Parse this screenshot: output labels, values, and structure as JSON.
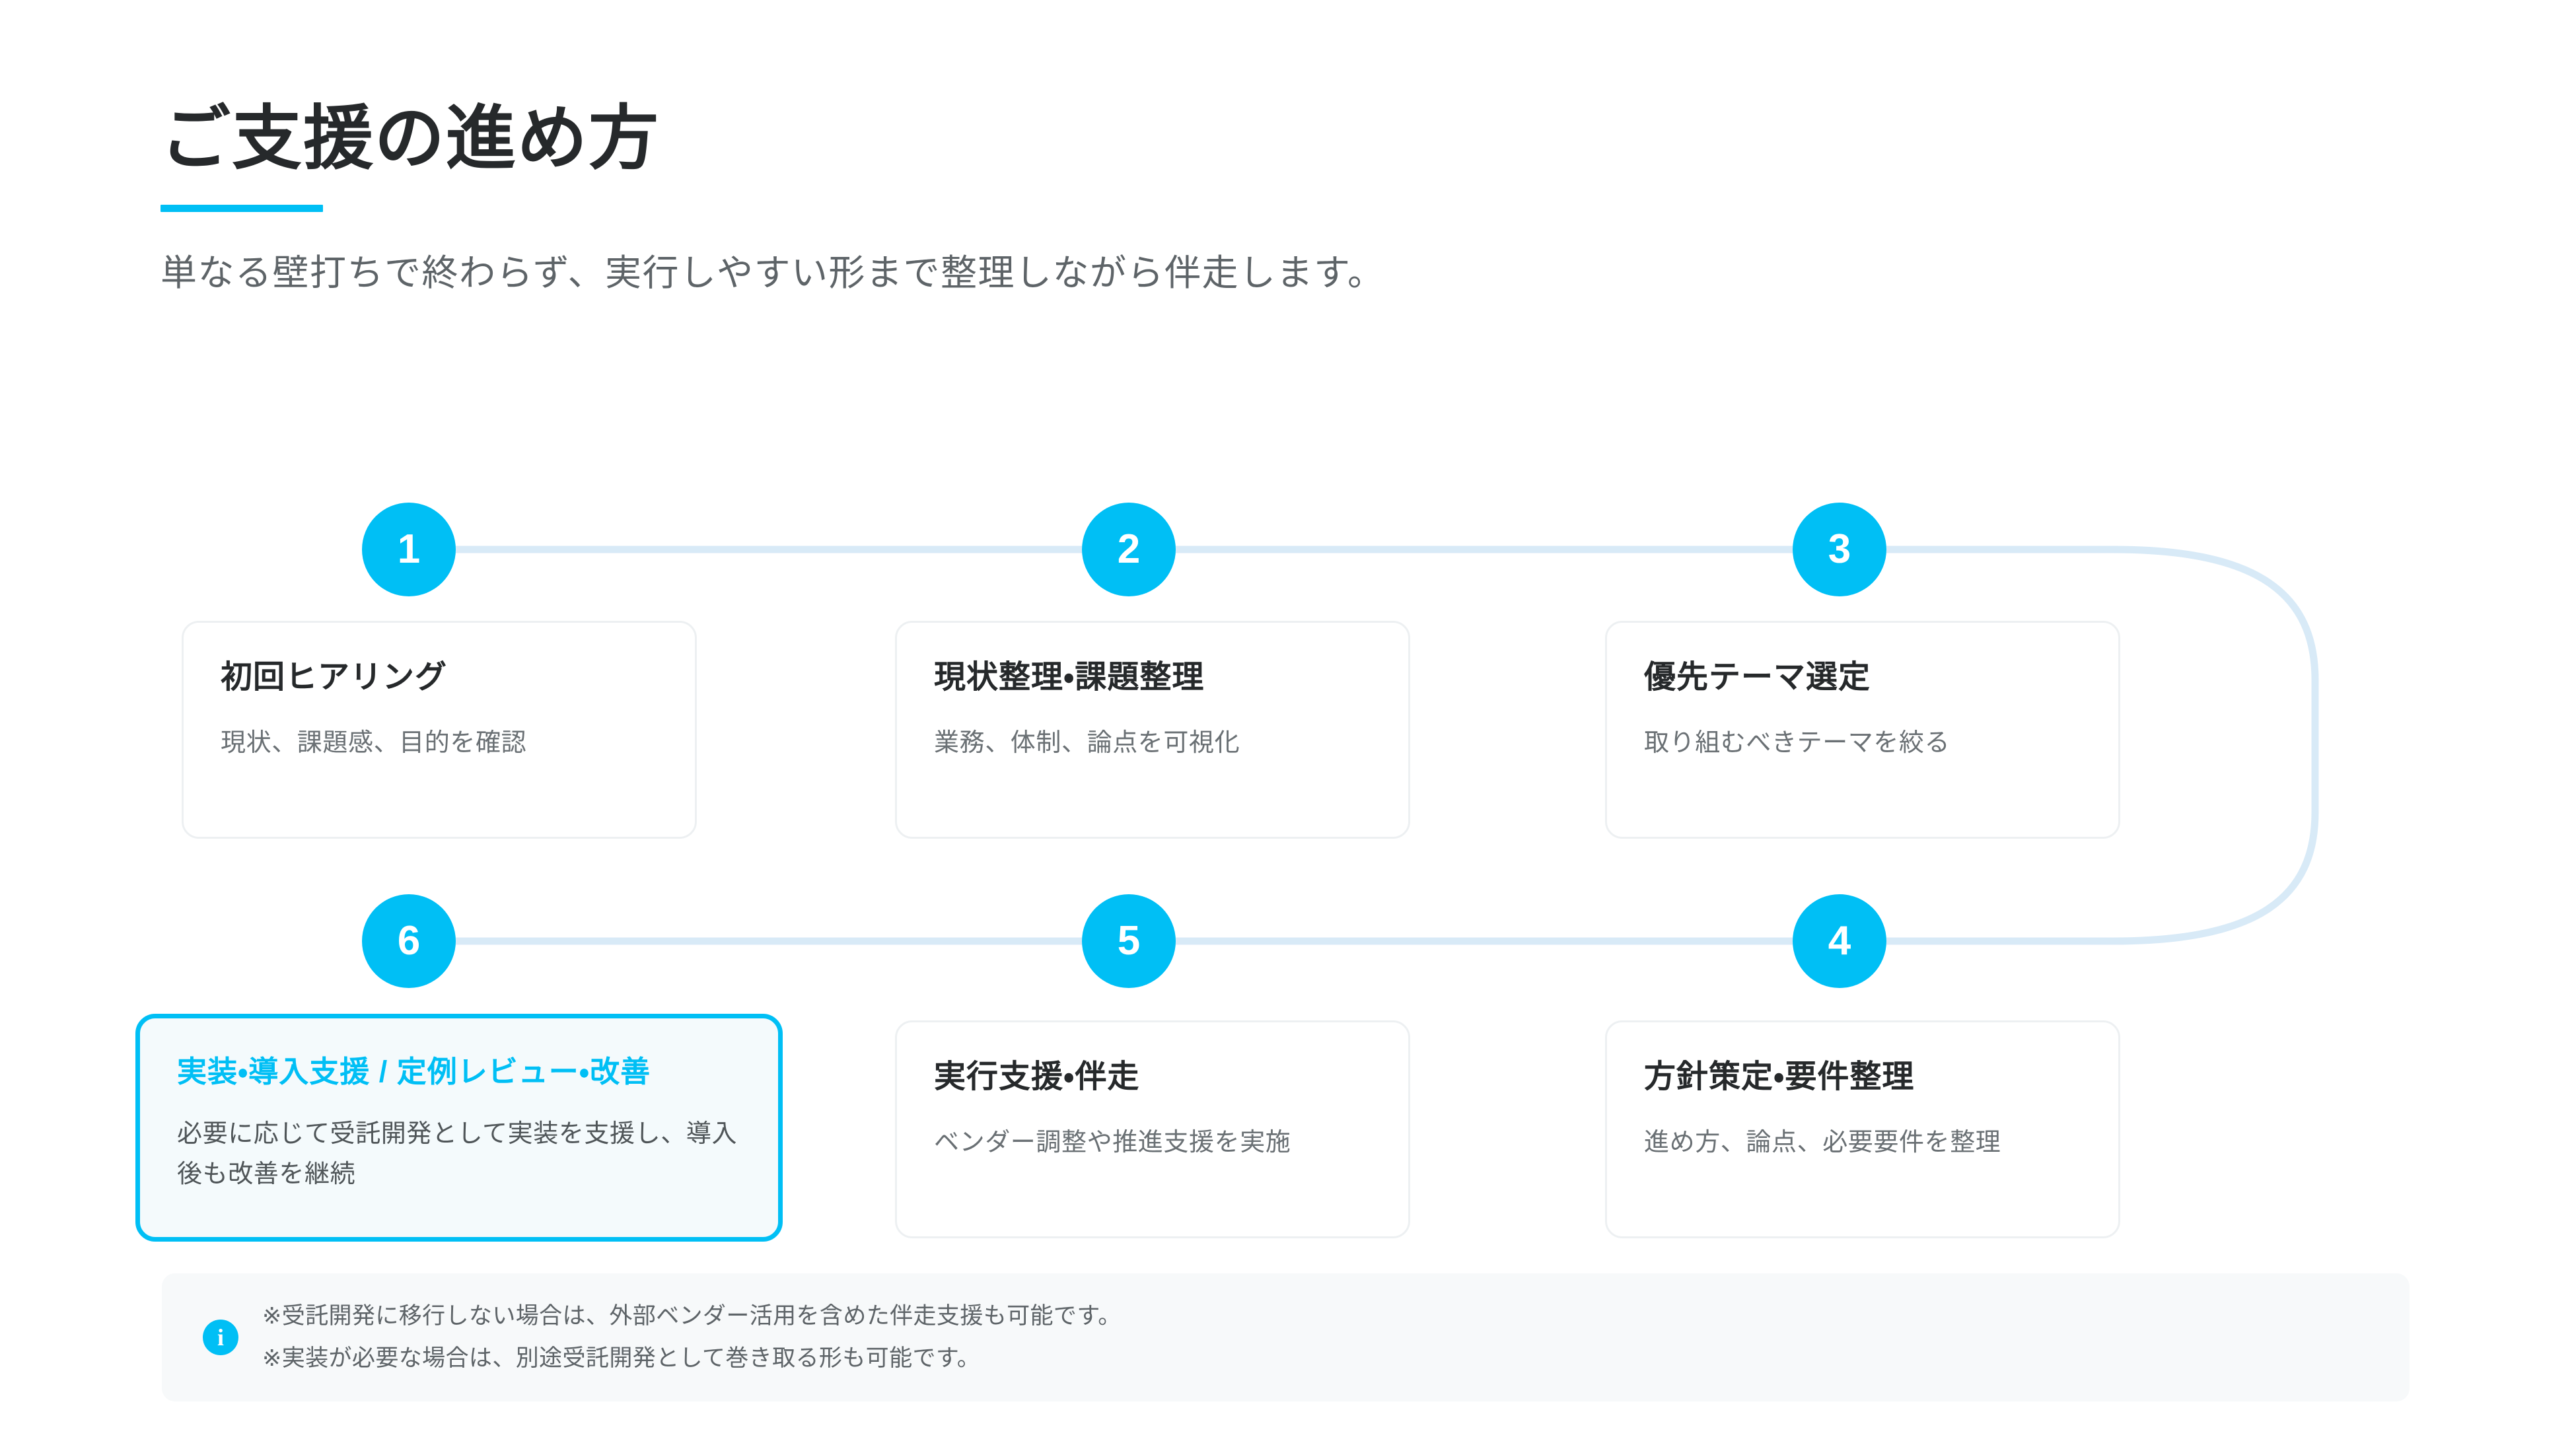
{
  "header": {
    "title": "ご支援の進め方",
    "subtitle": "単なる壁打ちで終わらず、実行しやすい形まで整理しながら伴走します。",
    "accent_color": "#00BFF5",
    "title_color": "#26292B",
    "subtitle_color": "#5E6468"
  },
  "flow": {
    "connector_color": "#D8EAF7",
    "badge_color": "#00BFF5",
    "badge_text_color": "#FFFFFF",
    "card_border_color": "#EDF0F2",
    "highlight_border_color": "#00BFF5",
    "highlight_bg_color": "#F4FAFC",
    "steps": [
      {
        "number": "1",
        "title": "初回ヒアリング",
        "desc": "現状、課題感、目的を確認",
        "highlight": false
      },
      {
        "number": "2",
        "title": "現状整理・課題整理",
        "desc": "業務、体制、論点を可視化",
        "highlight": false
      },
      {
        "number": "3",
        "title": "優先テーマ選定",
        "desc": "取り組むべきテーマを絞る",
        "highlight": false
      },
      {
        "number": "4",
        "title": "方針策定・要件整理",
        "desc": "進め方、論点、必要要件を整理",
        "highlight": false
      },
      {
        "number": "5",
        "title": "実行支援・伴走",
        "desc": "ベンダー調整や推進支援を実施",
        "highlight": false
      },
      {
        "number": "6",
        "title": "実装・導入支援 / 定例レビュー・改善",
        "desc": "必要に応じて受託開発として実装を支援し、導入後も改善を継続",
        "highlight": true
      }
    ]
  },
  "footnote": {
    "icon": "info-icon",
    "icon_glyph": "i",
    "background_color": "#F7F9FA",
    "lines": [
      "※受託開発に移行しない場合は、外部ベンダー活用を含めた伴走支援も可能です。",
      "※実装が必要な場合は、別途受託開発として巻き取る形も可能です。"
    ]
  }
}
